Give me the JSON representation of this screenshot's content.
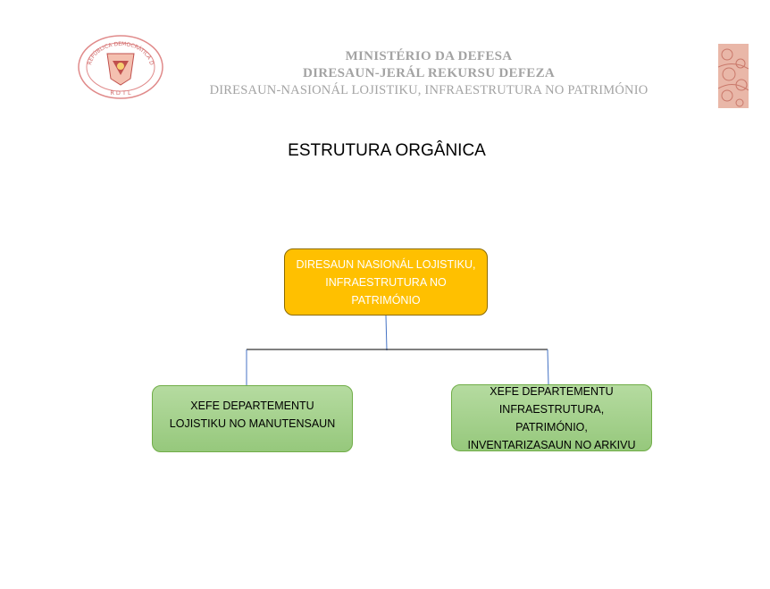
{
  "header": {
    "emblem_icon": "timor-leste-coat-of-arms-emblem",
    "line1": "MINISTÉRIO DA DEFESA",
    "line2": "DIRESAUN-JERÁL REKURSU DEFEZA",
    "line3": "DIRESAUN-NASIONÁL LOJISTIKU, INFRAESTRUTURA NO PATRIMÓNIO",
    "pattern_icon": "decorative-tais-pattern",
    "text_color": "#a3a3a3"
  },
  "title": "ESTRUTURA ORGÂNICA",
  "org_chart": {
    "root": {
      "label": "DIRESAUN NASIONÁL LOJISTIKU, INFRAESTRUTURA NO PATRIMÓNIO",
      "color": "#ffc000"
    },
    "children": [
      {
        "label": "XEFE DEPARTEMENTU LOJISTIKU NO MANUTENSAUN",
        "color": "#a9d18e"
      },
      {
        "label": "XEFE DEPARTEMENTU INFRAESTRUTURA, PATRIMÓNIO, INVENTARIZASAUN NO ARKIVU",
        "color": "#a9d18e"
      }
    ]
  }
}
